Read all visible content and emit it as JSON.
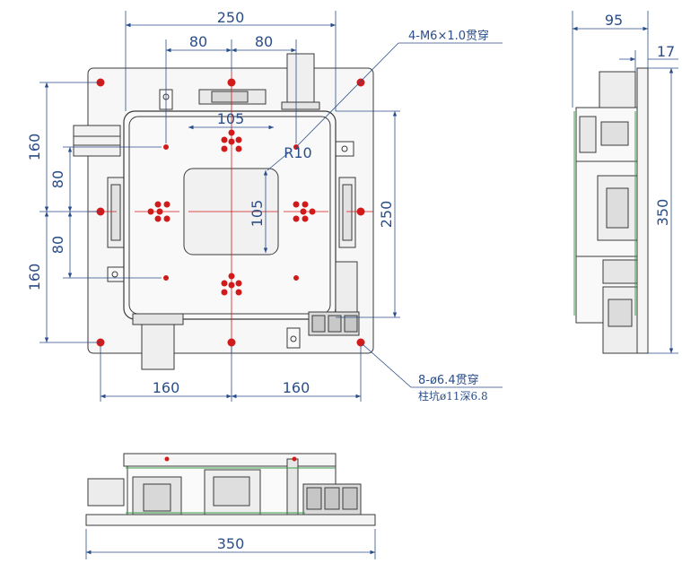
{
  "dimensions": {
    "top_width": "250",
    "top_left_80": "80",
    "top_right_80": "80",
    "center_105": "105",
    "center_105_vertical": "105",
    "radius": "R10",
    "left_160_upper": "160",
    "left_80_upper": "80",
    "left_80_lower": "80",
    "left_160_lower": "160",
    "right_250": "250",
    "bottom_160_left": "160",
    "bottom_160_right": "160",
    "side_95": "95",
    "side_17": "17",
    "side_350": "350",
    "bottom_350": "350"
  },
  "annotations": {
    "thread_holes": "4-M6×1.0贯穿",
    "through_holes_line1": "8-ø6.4贯穿",
    "through_holes_line2": "柱坑ø11深6.8"
  },
  "colors": {
    "outline": "#3a3a3a",
    "dimension": "#2a4e8a",
    "centerline": "#d11a1a",
    "hole": "#d11a1a",
    "accent": "#3aa04a"
  }
}
